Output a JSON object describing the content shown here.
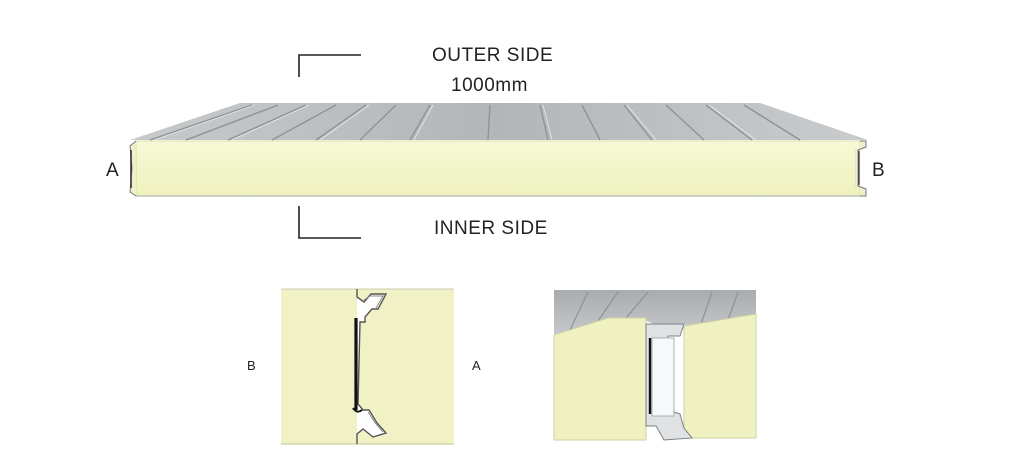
{
  "labels": {
    "outer_side": "OUTER SIDE",
    "width": "1000mm",
    "inner_side": "INNER SIDE",
    "edge_a": "A",
    "edge_b": "B",
    "detail_left_b": "B",
    "detail_left_a": "A"
  },
  "colors": {
    "foam": "#f4f6c9",
    "metal_top": "#b9bcbf",
    "metal_rib": "#8f9396",
    "steel_edge": "#9fa2a5",
    "line": "#222222"
  }
}
